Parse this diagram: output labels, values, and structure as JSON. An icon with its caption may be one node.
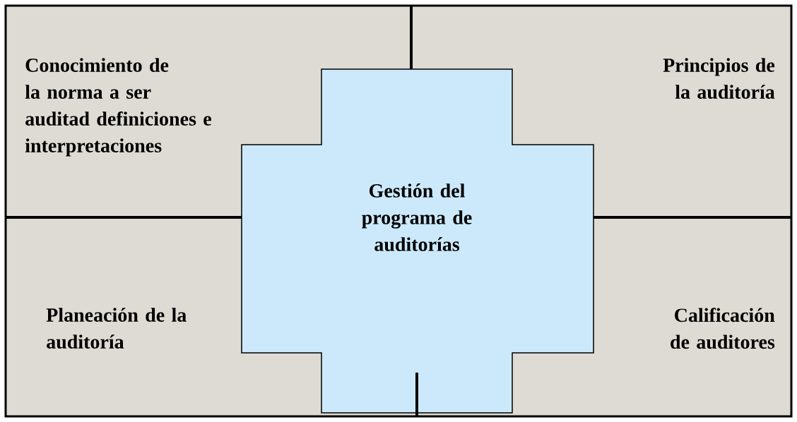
{
  "diagram": {
    "nodes": [
      {
        "text": [
          "Conocimiento de la norma a ser auditad definiciones e interpretaciones"
        ]
      },
      {
        "text": [
          "Principios de la auditoría"
        ]
      },
      {
        "text": [
          "Planeación de la auditoría"
        ]
      },
      {
        "text": [
          "Calificación de auditores"
        ]
      },
      {
        "text": [
          "Gestión del programa de auditorías"
        ]
      }
    ]
  }
}
